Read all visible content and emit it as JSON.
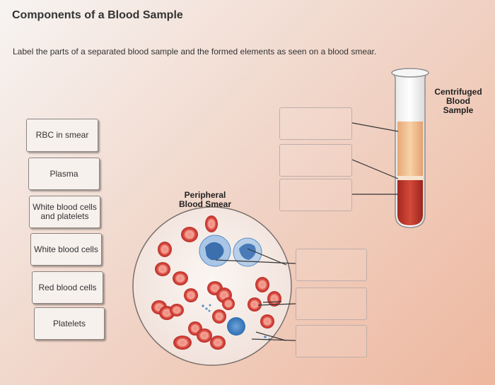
{
  "page": {
    "title": "Components of a Blood Sample",
    "instructions": "Label the parts of a separated blood sample and the formed elements as seen on a blood smear."
  },
  "word_bank": [
    "RBC in smear",
    "Plasma",
    "White blood cells and platelets",
    "White blood cells",
    "Red blood cells",
    "Platelets"
  ],
  "diagram": {
    "tube_label": "Centrifuged Blood Sample",
    "smear_label": "Peripheral Blood Smear"
  },
  "colors": {
    "plasma": "#f2c49b",
    "red_cells": "#b8392c",
    "rbc": "#d9473f",
    "wbc": "#3e7fc0",
    "platelet": "#5f93c8"
  }
}
